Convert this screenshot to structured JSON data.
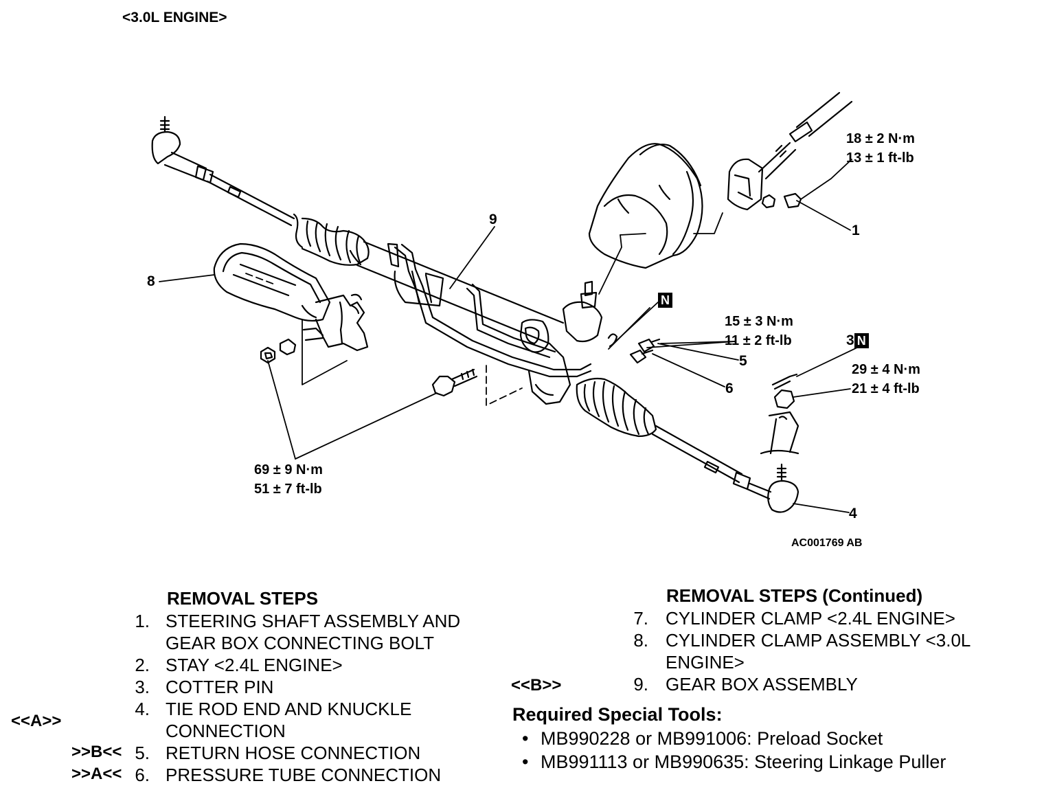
{
  "header": {
    "engine": "<3.0L ENGINE>"
  },
  "diagram": {
    "torque": {
      "t1": [
        "18 ± 2 N·m",
        "13 ± 1 ft-lb"
      ],
      "t2": [
        "15 ± 3 N·m",
        "11 ± 2 ft-lb"
      ],
      "t3": [
        "29 ± 4 N·m",
        "21 ± 4 ft-lb"
      ],
      "t4": [
        "69 ± 9 N·m",
        "51 ± 7 ft-lb"
      ]
    },
    "callouts": {
      "c1": "1",
      "c3": "3",
      "c4": "4",
      "c5": "5",
      "c6": "6",
      "c8": "8",
      "c9": "9"
    },
    "n_mark": "N",
    "figure_id": "AC001769 AB"
  },
  "removal_steps": {
    "title": "REMOVAL STEPS",
    "items": [
      {
        "num": "1.",
        "lines": [
          "STEERING SHAFT ASSEMBLY AND",
          "GEAR BOX CONNECTING BOLT"
        ],
        "marker": ""
      },
      {
        "num": "2.",
        "lines": [
          "STAY <2.4L ENGINE>"
        ],
        "marker": ""
      },
      {
        "num": "3.",
        "lines": [
          "COTTER PIN"
        ],
        "marker": ""
      },
      {
        "num": "4.",
        "lines": [
          "TIE ROD END AND KNUCKLE",
          "CONNECTION"
        ],
        "marker": "<<A>>"
      },
      {
        "num": "5.",
        "lines": [
          "RETURN HOSE CONNECTION"
        ],
        "marker": ">>B<<"
      },
      {
        "num": "6.",
        "lines": [
          "PRESSURE TUBE CONNECTION"
        ],
        "marker": ">>A<<"
      }
    ]
  },
  "removal_steps_continued": {
    "title": "REMOVAL STEPS (Continued)",
    "items": [
      {
        "num": "7.",
        "lines": [
          "CYLINDER  CLAMP <2.4L ENGINE>"
        ],
        "marker": ""
      },
      {
        "num": "8.",
        "lines": [
          "CYLINDER  CLAMP ASSEMBLY <3.0L",
          "ENGINE>"
        ],
        "marker": ""
      },
      {
        "num": "9.",
        "lines": [
          "GEAR BOX ASSEMBLY"
        ],
        "marker": "<<B>>"
      }
    ]
  },
  "special_tools": {
    "title": "Required Special Tools:",
    "items": [
      "MB990228 or MB991006: Preload Socket",
      "MB991113 or MB990635: Steering Linkage Puller"
    ],
    "bullet": "•"
  }
}
